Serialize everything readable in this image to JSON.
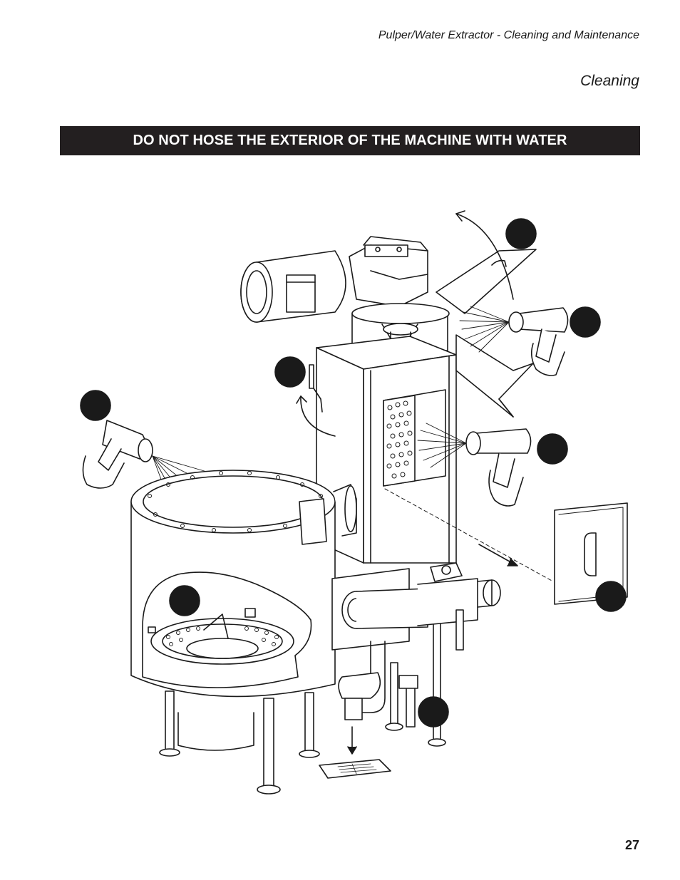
{
  "header": {
    "running_title": "Pulper/Water Extractor  -  Cleaning and Maintenance",
    "section": "Cleaning"
  },
  "warning": {
    "text": "DO NOT HOSE THE EXTERIOR OF THE MACHINE WITH WATER"
  },
  "figure": {
    "callout_markers": [
      "callout-1",
      "callout-2",
      "callout-3",
      "callout-4",
      "callout-5",
      "callout-6",
      "callout-7",
      "callout-8"
    ]
  },
  "footer": {
    "page_number": "27"
  }
}
